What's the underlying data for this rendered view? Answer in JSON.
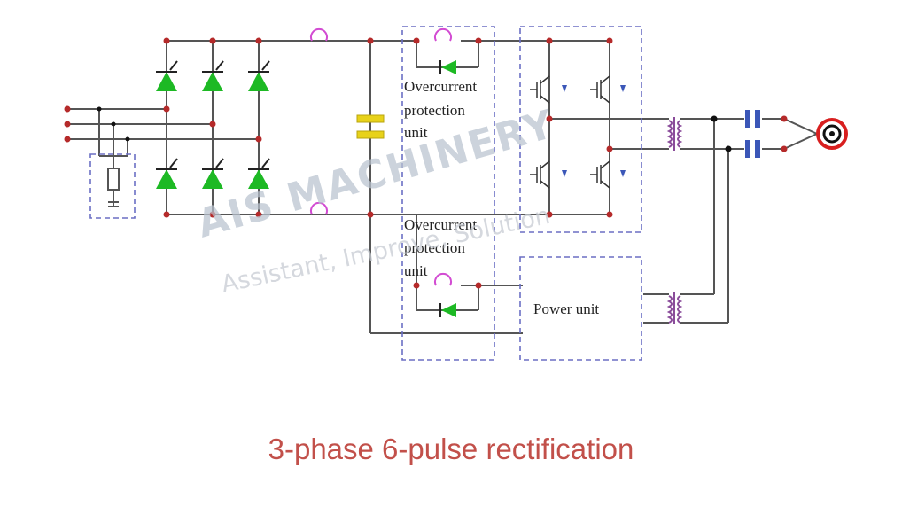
{
  "diagram": {
    "labels": {
      "overcurrent_top": [
        "Overcurrent",
        "protection",
        "unit"
      ],
      "overcurrent_bottom": [
        "Overcurrent",
        "protection",
        "unit"
      ],
      "power_unit": "Power unit"
    },
    "watermark": {
      "brand": "AIS MACHINERY",
      "tagline": "Assistant, Improve, Solution"
    },
    "colors": {
      "wire": "#555555",
      "diode": "#1db924",
      "node": "#b52a2a",
      "capacitor": "#e8d21a",
      "dashed_box": "#6b6fc4",
      "output_cap": "#3b57b8",
      "transformer": "#8a4c9a",
      "fuse": "#d24bd2",
      "terminal": "#d81f1f",
      "caption": "#c2504a"
    }
  },
  "caption": "3-phase 6-pulse rectification"
}
